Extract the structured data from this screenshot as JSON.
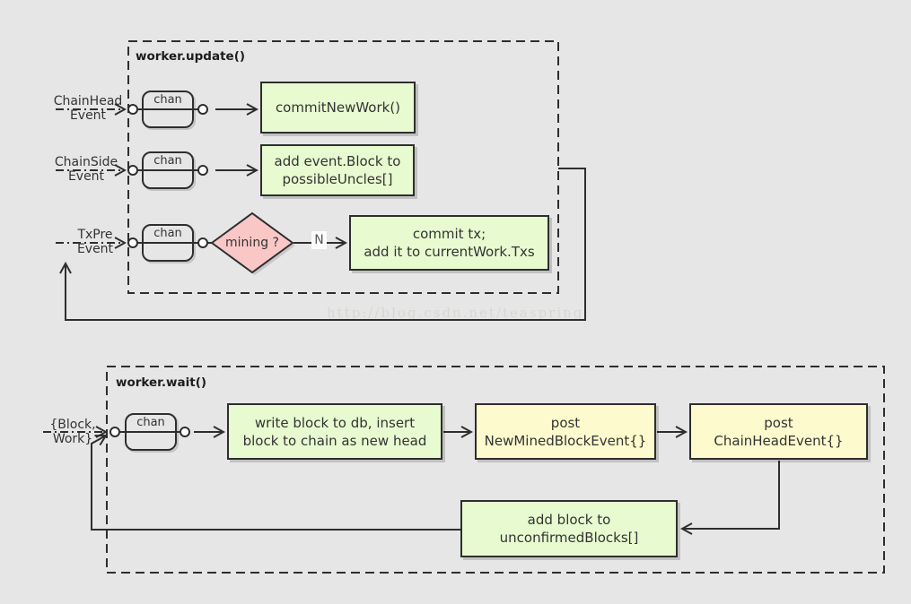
{
  "watermark": "http://blog.csdn.net/teaspring",
  "colors": {
    "bg": "#e6e6e6",
    "green": "#e8fbd0",
    "yellow": "#fdfacd",
    "pink": "#f9c8c6",
    "line": "#2e2e2e",
    "wm": "#d7d7d2"
  },
  "update": {
    "title": "worker.update()",
    "rows": [
      {
        "source": "ChainHead\nEvent",
        "chan": "chan",
        "action": "commitNewWork()"
      },
      {
        "source": "ChainSide\nEvent",
        "chan": "chan",
        "action": "add event.Block to\npossibleUncles[]"
      },
      {
        "source": "TxPre\nEvent",
        "chan": "chan",
        "decision": "mining ?",
        "branch": "N",
        "action": "commit tx;\nadd it to currentWork.Txs"
      }
    ]
  },
  "wait": {
    "title": "worker.wait()",
    "source": "{Block,\nWork}",
    "chan": "chan",
    "steps": [
      "write block to db, insert\nblock to chain as new head",
      "post\nNewMinedBlockEvent{}",
      "post\nChainHeadEvent{}",
      "add block to\nunconfirmedBlocks[]"
    ]
  }
}
